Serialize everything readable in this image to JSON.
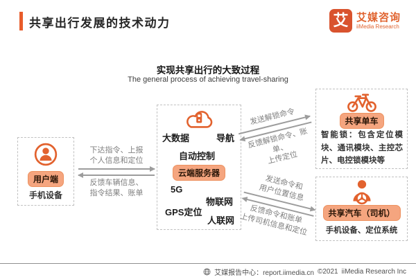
{
  "header": {
    "title": "共享出行发展的技术动力",
    "logo": {
      "mark": "艾",
      "brand_cn": "艾媒咨询",
      "brand_en": "iiMedia Research"
    }
  },
  "diagram": {
    "title_cn": "实现共享出行的大致过程",
    "title_en": "The general process of achieving travel-sharing",
    "nodes": {
      "user": {
        "label": "用户端",
        "desc": "手机设备"
      },
      "cloud": {
        "label": "云端服务器",
        "tech": {
          "big_data": "大数据",
          "navigation": "导航",
          "auto_control": "自动控制",
          "five_g": "5G",
          "iot": "物联网",
          "gps": "GPS定位",
          "iop": "人联网"
        }
      },
      "bike": {
        "label": "共享单车",
        "desc": "智能锁：包含定位模块、通讯模块、主控芯片、电控锁模块等"
      },
      "car": {
        "label": "共享汽车（司机）",
        "desc": "手机设备、定位系统"
      }
    },
    "flows": {
      "user_cloud": {
        "forward": "下达指令、上报\n个人信息和定位",
        "backward": "反馈车辆信息、\n指令结果、账单"
      },
      "cloud_bike": {
        "forward": "发送解锁命令",
        "backward": "反馈解锁命令、账单、\n上传定位"
      },
      "cloud_car": {
        "forward": "发送命令和\n用户位置信息",
        "backward": "反馈命令和账单\n上传司机信息和定位"
      }
    }
  },
  "footer": {
    "source": "艾媒报告中心：report.iimedia.cn",
    "copyright": "©2021",
    "company": "iiMedia Research Inc"
  },
  "colors": {
    "accent": "#E2622E",
    "chip_bg": "#F5A57F",
    "chip_border": "#ED9260",
    "arrow": "#9C9C9C",
    "muted_text": "#7F7F7F"
  }
}
